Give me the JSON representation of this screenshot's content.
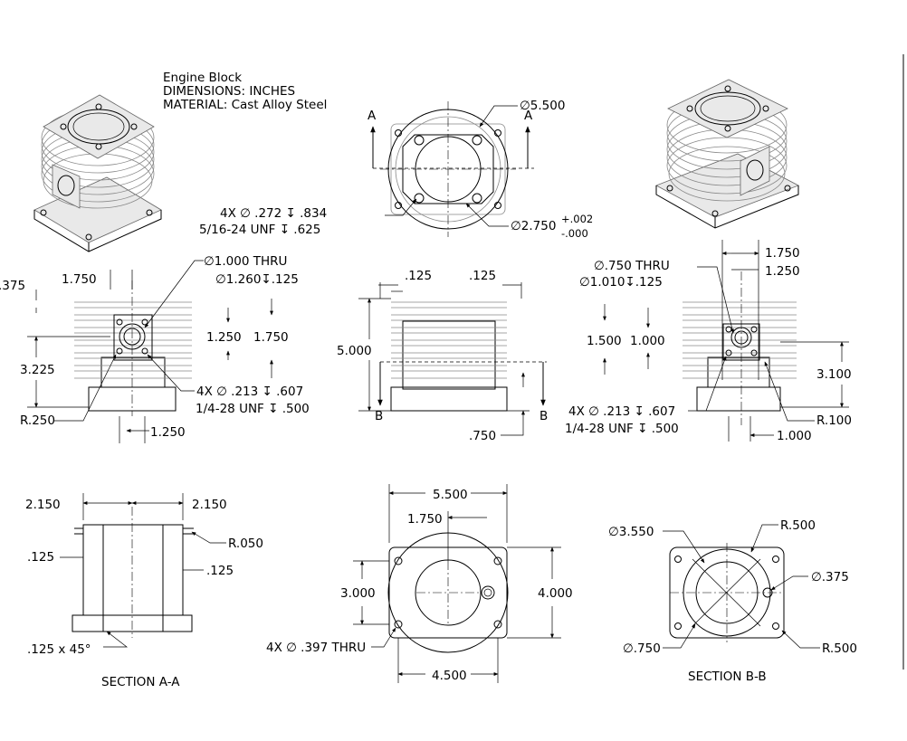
{
  "title_block": {
    "line1": "Engine Block",
    "line2": "DIMENSIONS: INCHES",
    "line3": "MATERIAL: Cast Alloy Steel"
  },
  "top_view": {
    "section_marker": "A",
    "dia_outer": "∅5.500",
    "holes_note_1": "4X ∅ .272 ↧ .834",
    "holes_note_2": "5/16-24 UNF ↧ .625",
    "bore_dia": "∅2.750",
    "tol_plus": "+.002",
    "tol_minus": "-.000"
  },
  "left_view": {
    "dim_375": ".375",
    "dim_1750": "1.750",
    "thru_hole": "∅1.000 THRU",
    "cbore": "∅1.260↧.125",
    "dim_1250": "1.250",
    "dim_1750b": "1.750",
    "dim_3225": "3.225",
    "holes_note_1": "4X ∅ .213 ↧ .607",
    "holes_note_2": "1/4-28 UNF ↧ .500",
    "radius": "R.250",
    "dim_1250b": "1.250"
  },
  "front_view": {
    "dim_125a": ".125",
    "dim_125b": ".125",
    "height": "5.000",
    "section_marker": "B",
    "dim_750": ".750"
  },
  "right_view": {
    "dim_1750": "1.750",
    "dim_1250": "1.250",
    "thru_hole": "∅.750 THRU",
    "cbore": "∅1.010↧.125",
    "dim_1500": "1.500",
    "dim_1000": "1.000",
    "dim_3100": "3.100",
    "holes_note_1": "4X ∅ .213 ↧ .607",
    "holes_note_2": "1/4-28 UNF ↧ .500",
    "radius": "R.100",
    "dim_1000b": "1.000"
  },
  "section_aa": {
    "dim_2150a": "2.150",
    "dim_2150b": "2.150",
    "radius": "R.050",
    "dim_125a": ".125",
    "dim_125b": ".125",
    "chamfer": ".125 x 45°",
    "caption": "SECTION A-A"
  },
  "bottom_view": {
    "width": "5.500",
    "offset": "1.750",
    "dim_3000": "3.000",
    "dim_4000": "4.000",
    "holes_note": "4X ∅ .397 THRU",
    "dim_4500": "4.500"
  },
  "section_bb": {
    "dia_3550": "∅3.550",
    "radius_top": "R.500",
    "dia_375": "∅.375",
    "dia_750": "∅.750",
    "radius_bottom": "R.500",
    "caption": "SECTION B-B"
  }
}
